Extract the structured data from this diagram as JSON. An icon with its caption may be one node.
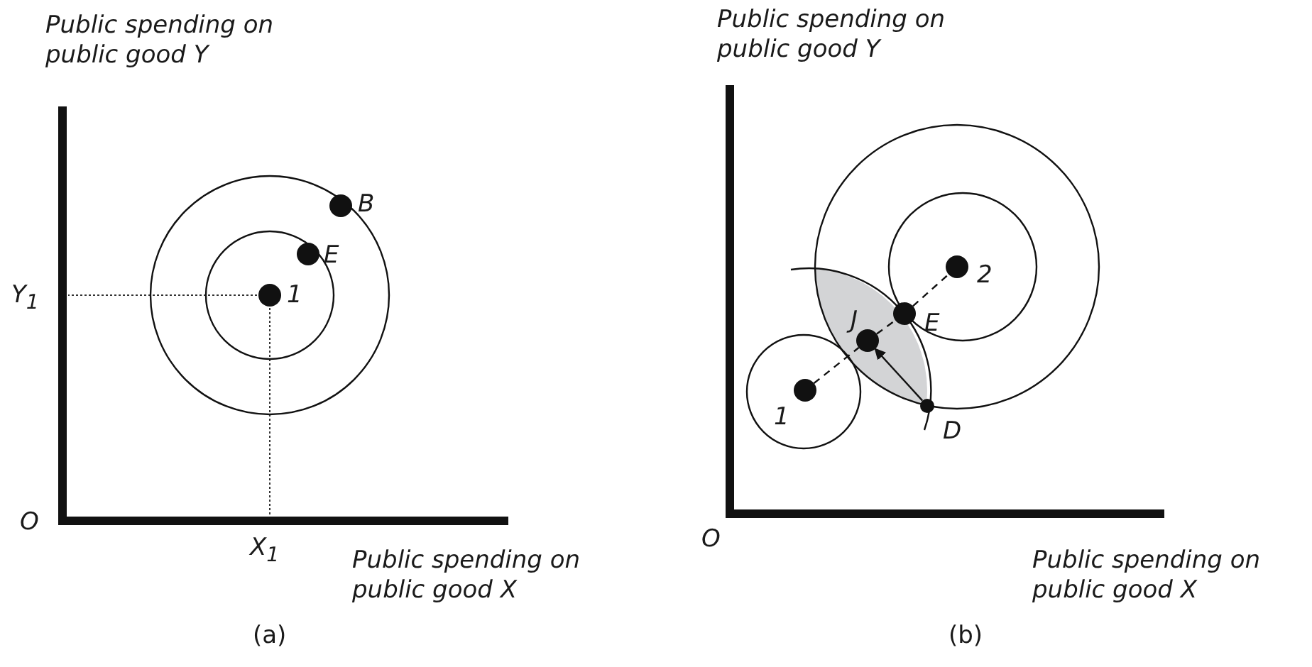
{
  "diagram": {
    "nodes": [
      {
        "text": [],
        "shape": "circle",
        "beside": [
          "B"
        ]
      },
      {
        "text": [],
        "shape": "circle",
        "beside": [
          "E"
        ]
      },
      {
        "text": [],
        "shape": "circle",
        "beside": [
          "1"
        ]
      },
      {
        "text": [],
        "shape": "circle",
        "beside": [
          "2"
        ]
      },
      {
        "text": [],
        "shape": "circle",
        "beside": [
          "E"
        ]
      },
      {
        "text": [],
        "shape": "circle",
        "beside": [
          "J"
        ]
      },
      {
        "text": [],
        "shape": "circle",
        "beside": [
          "1"
        ]
      },
      {
        "text": [],
        "shape": "circle",
        "beside": [
          "D"
        ]
      }
    ],
    "edges": [
      {
        "from": 6,
        "to": 5,
        "arrow": "none",
        "style": "dashed"
      },
      {
        "from": 5,
        "to": 4,
        "arrow": "none",
        "style": "dashed"
      },
      {
        "from": 4,
        "to": 3,
        "arrow": "none",
        "style": "dashed"
      },
      {
        "from": 7,
        "to": 5,
        "arrow": "to"
      }
    ],
    "labels": [
      "Public spending on public good Y",
      "Y$_{1}$",
      "O",
      "X$_{1}$",
      "Public spending on public good X",
      "(a)",
      "Public spending on public good Y",
      "O",
      "Public spending on public good X",
      "(b)"
    ]
  }
}
